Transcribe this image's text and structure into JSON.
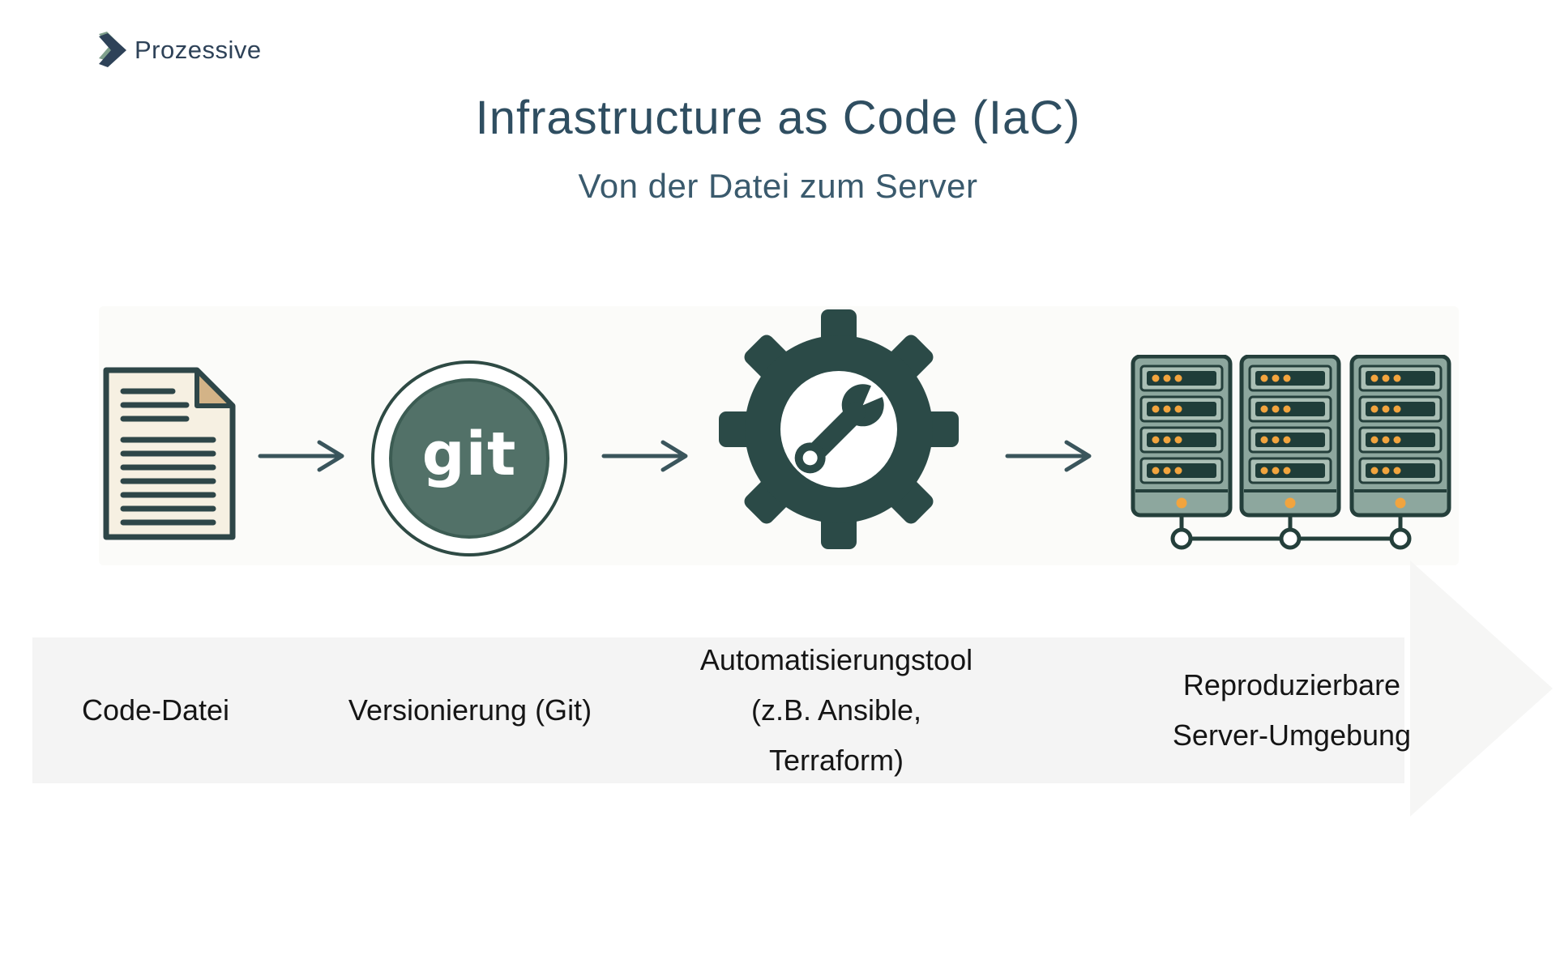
{
  "brand": {
    "name": "Prozessive"
  },
  "header": {
    "title": "Infrastructure as Code (IaC)",
    "subtitle": "Von der Datei zum Server"
  },
  "flow": {
    "stages": [
      {
        "icon": "code-file-icon",
        "label_lines": [
          "Code-Datei"
        ]
      },
      {
        "icon": "git-icon",
        "git_label": "git",
        "label_lines": [
          "Versionierung (Git)"
        ]
      },
      {
        "icon": "automation-gear-icon",
        "label_lines": [
          "Automatisierungstool",
          "(z.B. Ansible,",
          "Terraform)"
        ]
      },
      {
        "icon": "server-racks-icon",
        "label_lines": [
          "Reproduzierbare",
          "Server-Umgebung"
        ]
      }
    ],
    "connector_icon": "right-arrow-icon"
  },
  "colors": {
    "title_text": "#2f4e61",
    "subtitle_text": "#3a5a6d",
    "brand_navy": "#2e4258",
    "brand_green": "#7fa08c",
    "icon_dark_teal": "#2b4a47",
    "flow_arrow": "#3a555c",
    "paper": "#f6f0e2",
    "paper_fold": "#d3b387",
    "git_circle": "#527168",
    "server_body": "#8da79e",
    "server_screen": "#1f3d39",
    "led_orange": "#f2a43e",
    "caption_band": "#f4f4f4",
    "forward_arrow_shape": "#f6f6f5"
  }
}
